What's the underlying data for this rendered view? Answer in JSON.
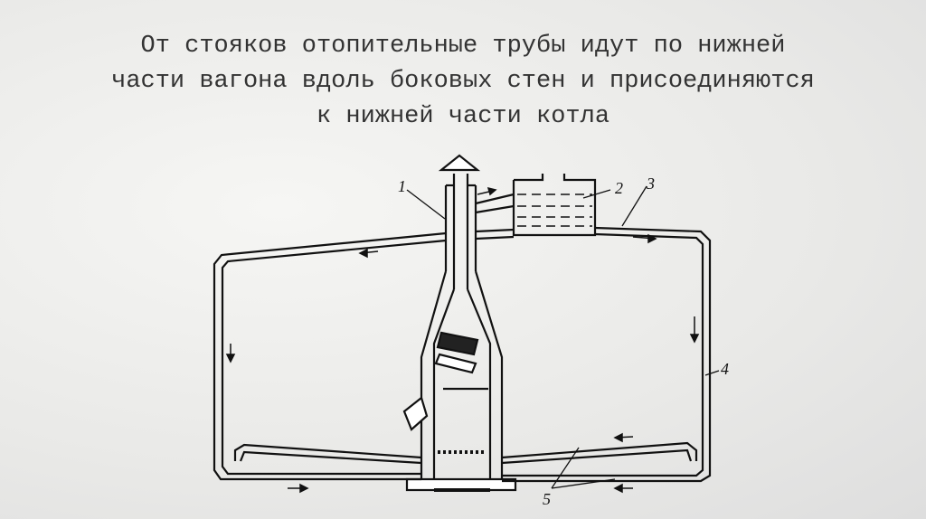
{
  "slide": {
    "title_lines": [
      "От стояков отопительные трубы идут по нижней",
      "части вагона вдоль боковых стен и присоединяются",
      "к нижней части котла"
    ]
  },
  "diagram": {
    "labels": [
      "1",
      "2",
      "3",
      "4",
      "5"
    ]
  }
}
